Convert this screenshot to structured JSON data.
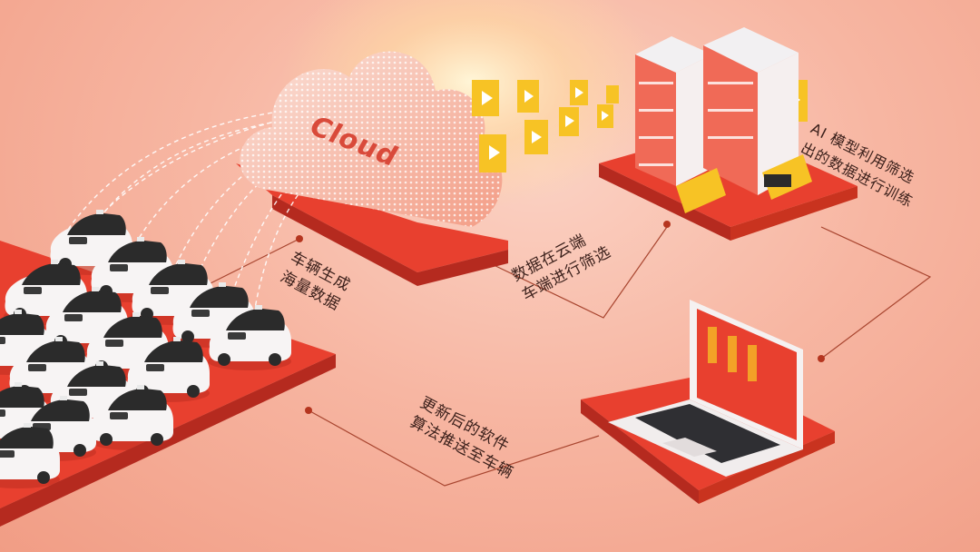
{
  "cloud": {
    "label": "Cloud"
  },
  "steps": {
    "vehicle_generate": {
      "line1": "车辆生成",
      "line2": "海量数据"
    },
    "cloud_filter": {
      "line1": "数据在云端",
      "line2": "车端进行筛选"
    },
    "ai_training": {
      "line1": "AI 模型利用筛选",
      "line2": "出的数据进行训练"
    },
    "push_update": {
      "line1": "更新后的软件",
      "line2": "算法推送至车辆"
    }
  },
  "colors": {
    "platform_red": "#e8402f",
    "platform_dark": "#b52a1f",
    "connector": "#a8452f",
    "accent_yellow": "#f7c325"
  },
  "icons": [
    "cloud-icon",
    "server-rack-icon",
    "laptop-icon",
    "car-icon",
    "video-file-icon"
  ]
}
